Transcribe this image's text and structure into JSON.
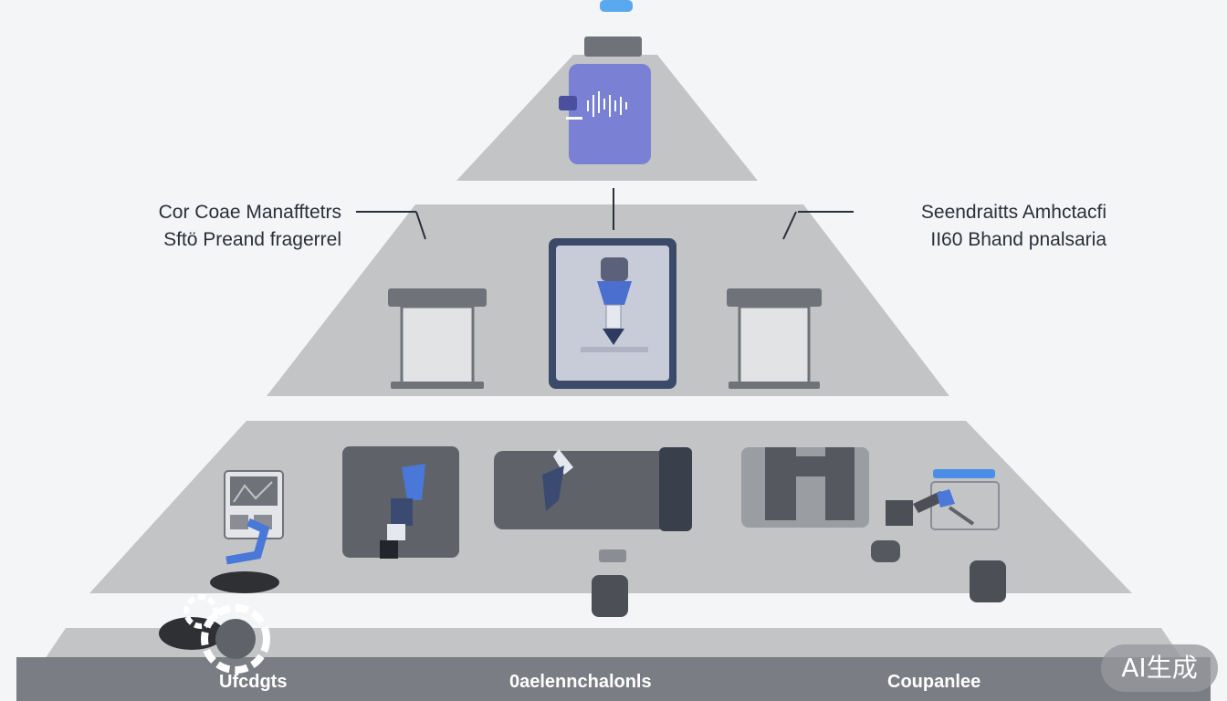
{
  "callouts": {
    "left": {
      "line1": "Cor Coae Manafftetrs",
      "line2": "Sftö Preand fragerrel"
    },
    "right": {
      "line1": "Seendraitts Amhctacfi",
      "line2": "II60 Bhand pnalsaria"
    }
  },
  "base_labels": [
    "Ufcdgts",
    "0aelennchalonls",
    "Coupanlee"
  ],
  "watermark": "AI生成",
  "colors": {
    "background": "#f4f5f7",
    "tier_gray": "#c3c4c6",
    "base_dark": "#7a7d83",
    "accent_blue": "#5b8ee6",
    "accent_purple": "#7a80d4",
    "navy": "#3a4a70"
  }
}
